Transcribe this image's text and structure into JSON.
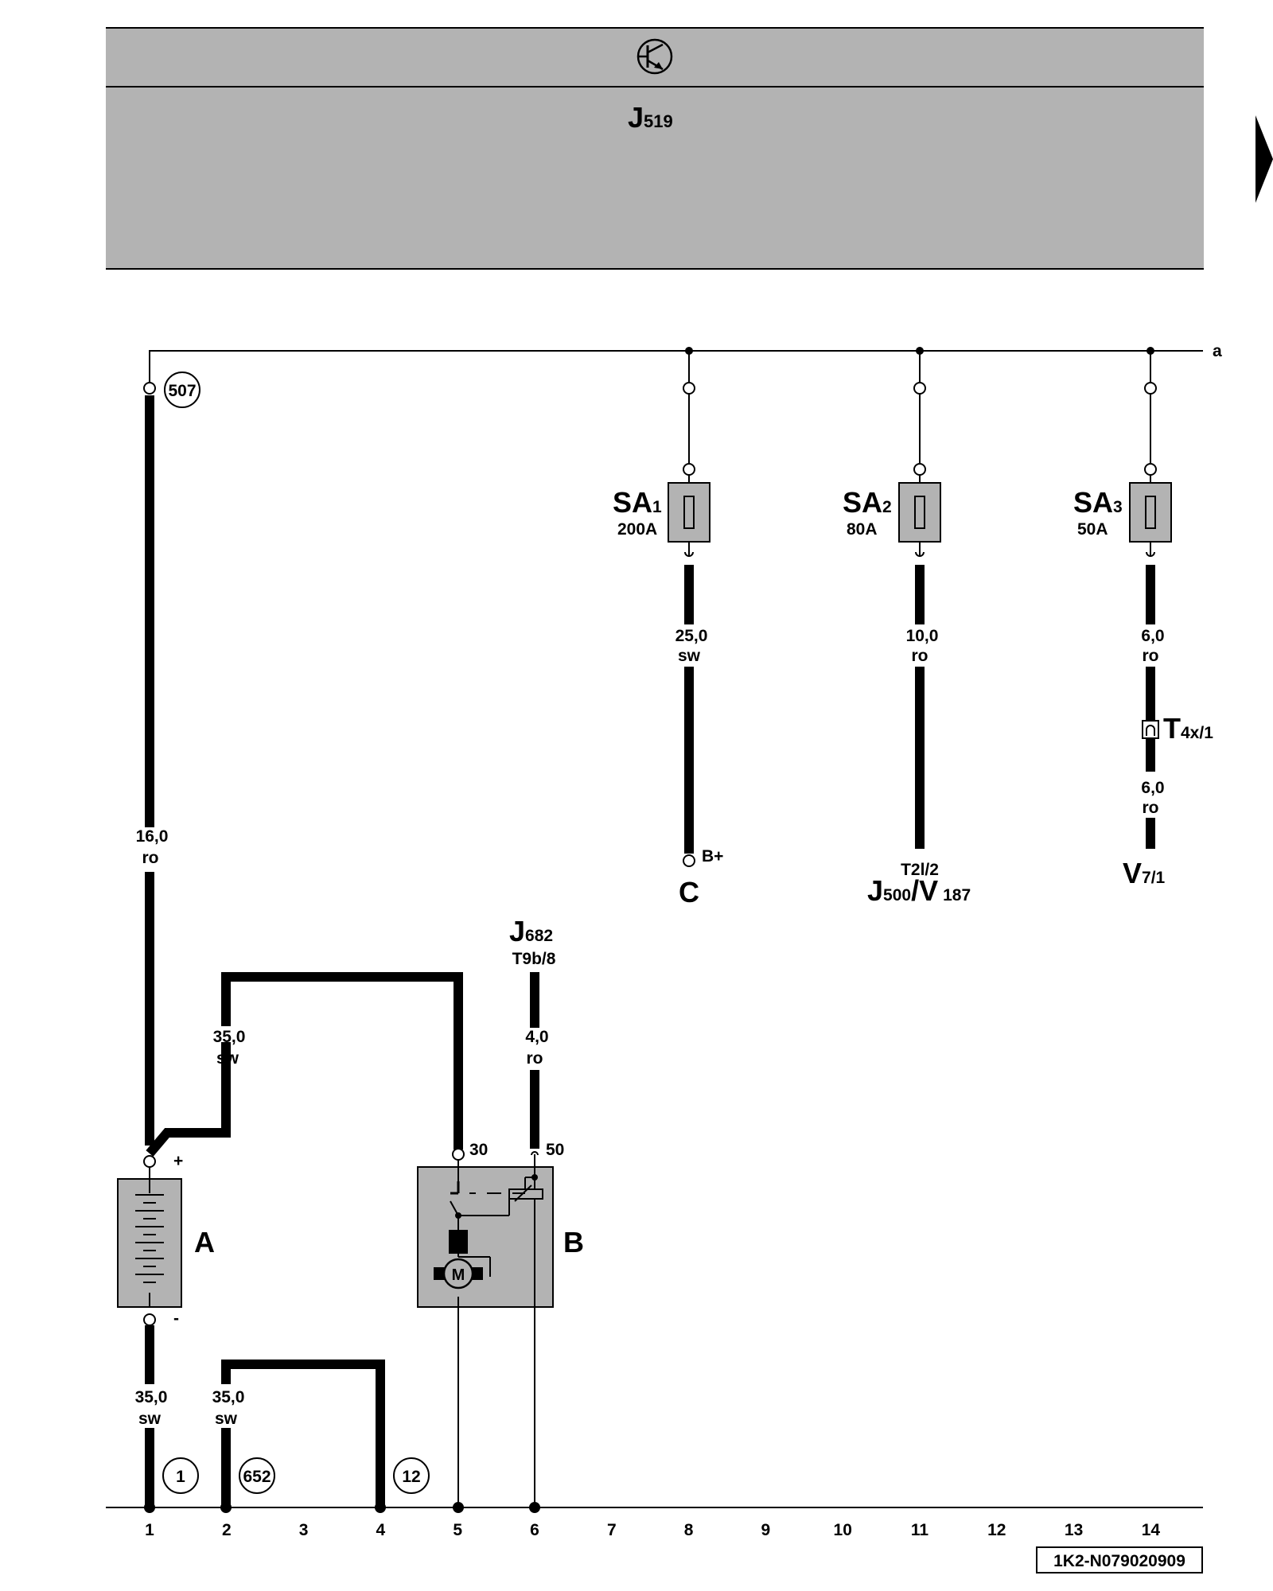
{
  "colors": {
    "module_fill": "#b3b3b3",
    "component_fill": "#b3b3b3",
    "line": "#000000",
    "background": "#ffffff"
  },
  "control_unit": {
    "icon": "transistor-symbol-icon",
    "name": "J",
    "sub": "519"
  },
  "bus_label": "a",
  "nav_icon": "arrow-right-icon",
  "wire_sections": {
    "battery_plus": {
      "size": "16,0",
      "color": "ro"
    },
    "starter_30": {
      "size": "35,0",
      "color": "sw"
    },
    "battery_minus": {
      "size": "35,0",
      "color": "sw"
    },
    "ground_loop": {
      "size": "35,0",
      "color": "sw"
    },
    "starter_50": {
      "size": "4,0",
      "color": "ro"
    },
    "sa1_out": {
      "size": "25,0",
      "color": "sw"
    },
    "sa2_out": {
      "size": "10,0",
      "color": "ro"
    },
    "sa3_out_a": {
      "size": "6,0",
      "color": "ro"
    },
    "sa3_out_b": {
      "size": "6,0",
      "color": "ro"
    }
  },
  "circle_refs": {
    "battery_plus": "507",
    "ground_1": "1",
    "ground_652": "652",
    "ground_12": "12"
  },
  "fuses": [
    {
      "name": "SA",
      "sub": "1",
      "rating": "200A"
    },
    {
      "name": "SA",
      "sub": "2",
      "rating": "80A"
    },
    {
      "name": "SA",
      "sub": "3",
      "rating": "50A"
    }
  ],
  "connector": {
    "name": "T",
    "sub": "4x/1"
  },
  "targets": {
    "c": {
      "name": "C",
      "terminal": "B+"
    },
    "j500": {
      "pin": "T2l/2",
      "name1": "J",
      "sub1": "500",
      "sep": "/",
      "name2": "V",
      "sub2": "187"
    },
    "v7": {
      "name": "V",
      "sub": "7/1"
    },
    "j682": {
      "name": "J",
      "sub": "682",
      "pin": "T9b/8"
    }
  },
  "components": {
    "battery": {
      "name": "A",
      "plus": "+",
      "minus": "-"
    },
    "starter": {
      "name": "B",
      "pin30": "30",
      "pin50": "50",
      "motor": "M"
    }
  },
  "tracks": [
    "1",
    "2",
    "3",
    "4",
    "5",
    "6",
    "7",
    "8",
    "9",
    "10",
    "11",
    "12",
    "13",
    "14"
  ],
  "diagram_id": "1K2-N079020909"
}
